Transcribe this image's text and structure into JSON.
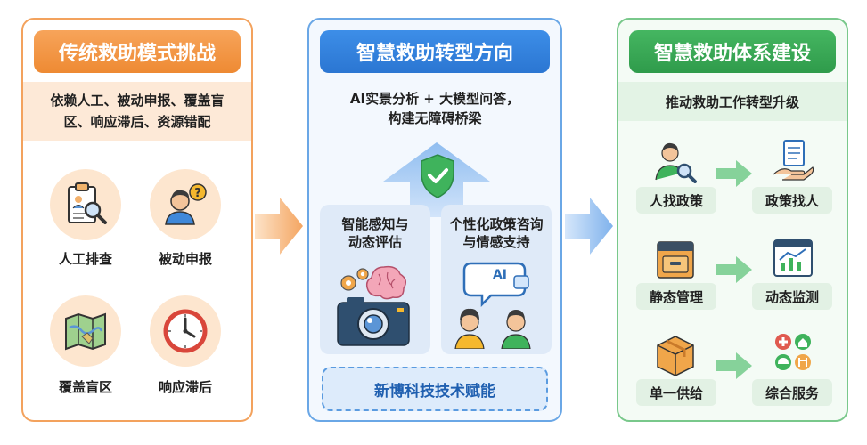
{
  "left": {
    "title": "传统救助模式挑战",
    "subtitle_line1": "依赖人工、被动申报、覆盖盲",
    "subtitle_line2": "区、响应滞后、资源错配",
    "items": [
      {
        "label": "人工排查",
        "icon": "clipboard-magnifier-icon"
      },
      {
        "label": "被动申报",
        "icon": "person-question-icon"
      },
      {
        "label": "覆盖盲区",
        "icon": "map-icon"
      },
      {
        "label": "响应滞后",
        "icon": "clock-icon"
      }
    ]
  },
  "middle": {
    "title": "智慧救助转型方向",
    "subtitle_line1": "AI实景分析 + 大模型问答，",
    "subtitle_line2": "构建无障碍桥梁",
    "card1_line1": "智能感知与",
    "card1_line2": "动态评估",
    "card2_line1": "个性化政策咨询",
    "card2_line2": "与情感支持",
    "ai_badge": "AI",
    "tech": "新博科技技术赋能"
  },
  "right": {
    "title": "智慧救助体系建设",
    "subtitle": "推动救助工作转型升级",
    "rows": [
      {
        "from": "人找政策",
        "to": "政策找人"
      },
      {
        "from": "静态管理",
        "to": "动态监测"
      },
      {
        "from": "单一供给",
        "to": "综合服务"
      }
    ]
  },
  "colors": {
    "orange": "#ee8a33",
    "blue": "#2b76d2",
    "green": "#2f9b4b"
  }
}
